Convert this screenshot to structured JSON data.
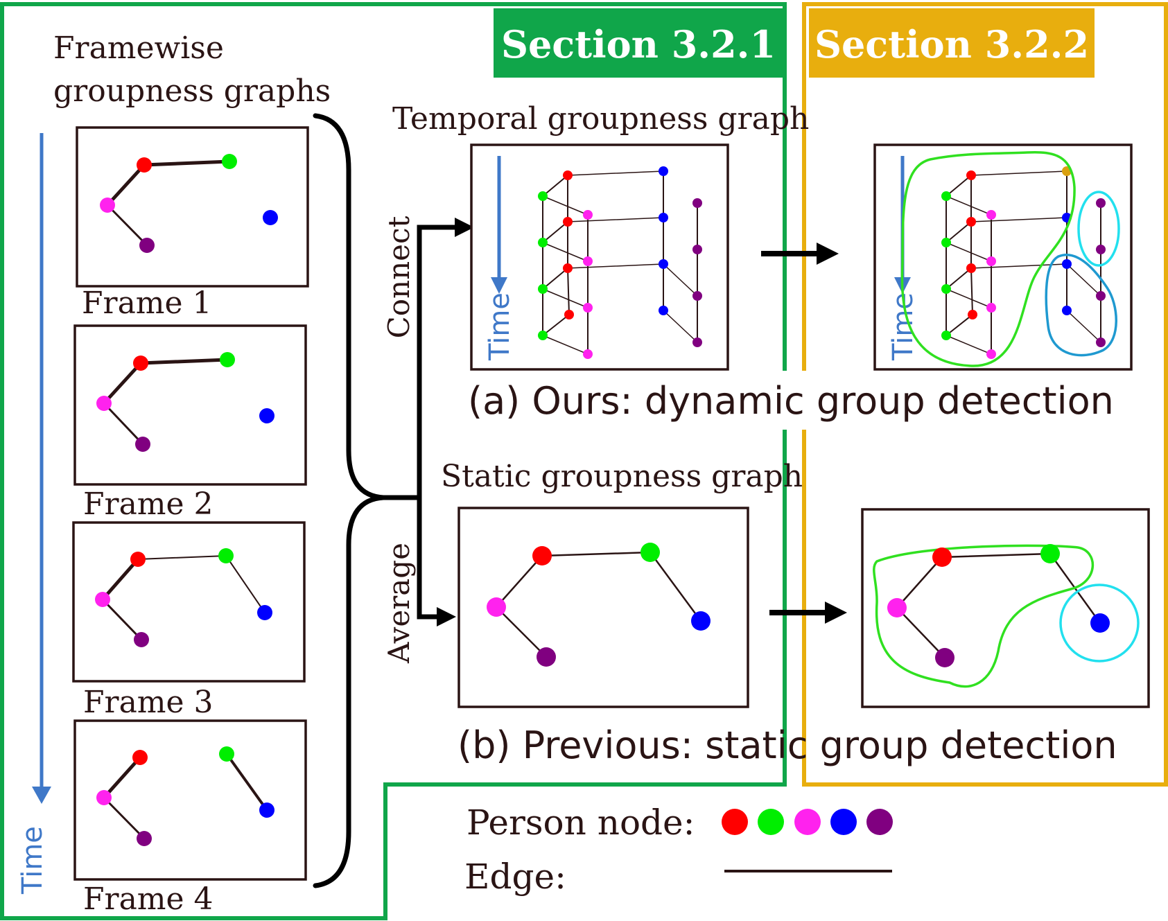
{
  "sections": {
    "left": {
      "label": "Section 3.2.1",
      "color": "#10a64a"
    },
    "right": {
      "label": "Section 3.2.2",
      "color": "#e8ae0e"
    }
  },
  "framewise": {
    "title_line1": "Framewise",
    "title_line2": "groupness graphs",
    "time_label": "Time",
    "frames": [
      "Frame 1",
      "Frame 2",
      "Frame 3",
      "Frame 4"
    ]
  },
  "temporal": {
    "title": "Temporal groupness graph",
    "time_label": "Time",
    "result_time_label": "Time"
  },
  "static": {
    "title": "Static groupness graph"
  },
  "operations": {
    "connect": "Connect",
    "average": "Average"
  },
  "captions": {
    "ours": "(a) Ours: dynamic group detection",
    "previous": "(b) Previous: static group detection"
  },
  "legend": {
    "person_node_label": "Person node:",
    "edge_label": "Edge:",
    "node_colors": [
      "#ff0000",
      "#00ee00",
      "#ff22ee",
      "#0000ff",
      "#800080"
    ]
  },
  "colors": {
    "time_arrow": "#3f78c8",
    "green_group": "#30e020",
    "cyan_group": "#22e0ee",
    "blue_group": "#1f99d0",
    "orange_node": "#d9a010"
  }
}
